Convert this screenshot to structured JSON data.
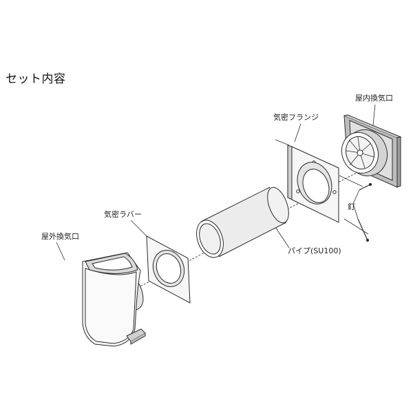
{
  "title": "セット内容",
  "labels": {
    "indoor_vent": "屋内換気口",
    "airtight_flange": "気密フランジ",
    "nail": "釘",
    "pipe": "パイプ(SU100)",
    "airtight_rubber": "気密ラバー",
    "outdoor_vent": "屋外換気口"
  },
  "colors": {
    "line": "#2a2a2a",
    "fill_light": "#f6f6f6",
    "fill_mid": "#e4e4e4",
    "fill_dark": "#bdbdbd"
  }
}
